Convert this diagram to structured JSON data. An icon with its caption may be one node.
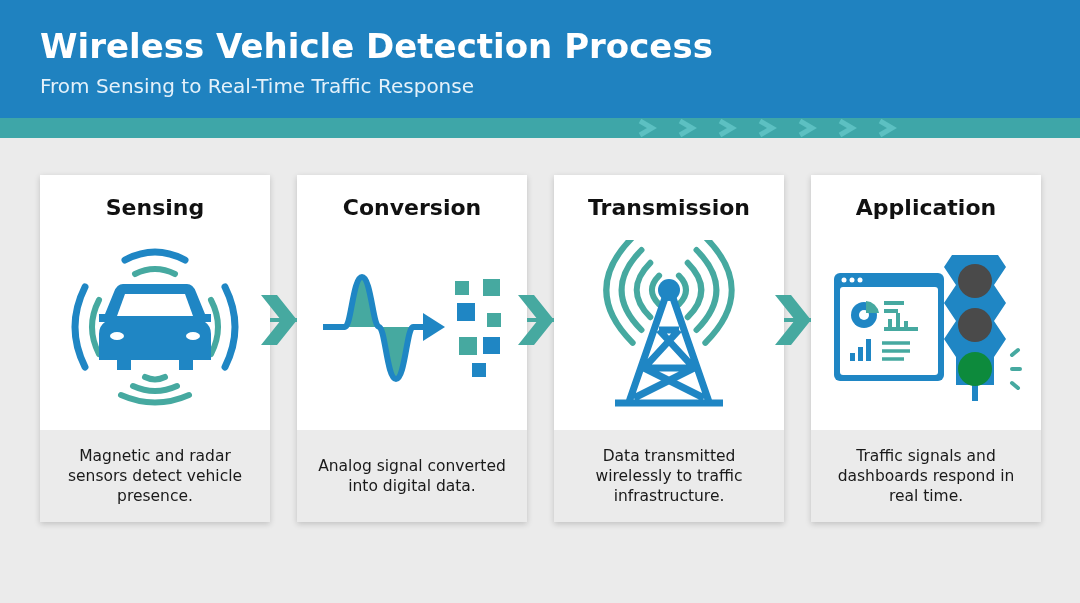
{
  "diagram": {
    "title": "Wireless Vehicle Detection Process",
    "nodes": [
      {
        "text": [
          "Sensing",
          "Magnetic and radar sensors detect vehicle presence."
        ]
      },
      {
        "text": [
          "Conversion",
          "Analog signal converted into digital data."
        ]
      },
      {
        "text": [
          "Transmission",
          "Data transmitted wirelessly to traffic infrastructure."
        ]
      },
      {
        "text": [
          "Application",
          "Traffic signals and dashboards respond in real time."
        ]
      }
    ],
    "edges": [
      {
        "from": 0,
        "to": 1,
        "arrow": "to"
      },
      {
        "from": 1,
        "to": 2,
        "arrow": "to"
      },
      {
        "from": 2,
        "to": 3,
        "arrow": "to"
      }
    ],
    "labels": [
      "From Sensing to Real-Time Traffic Response"
    ]
  }
}
